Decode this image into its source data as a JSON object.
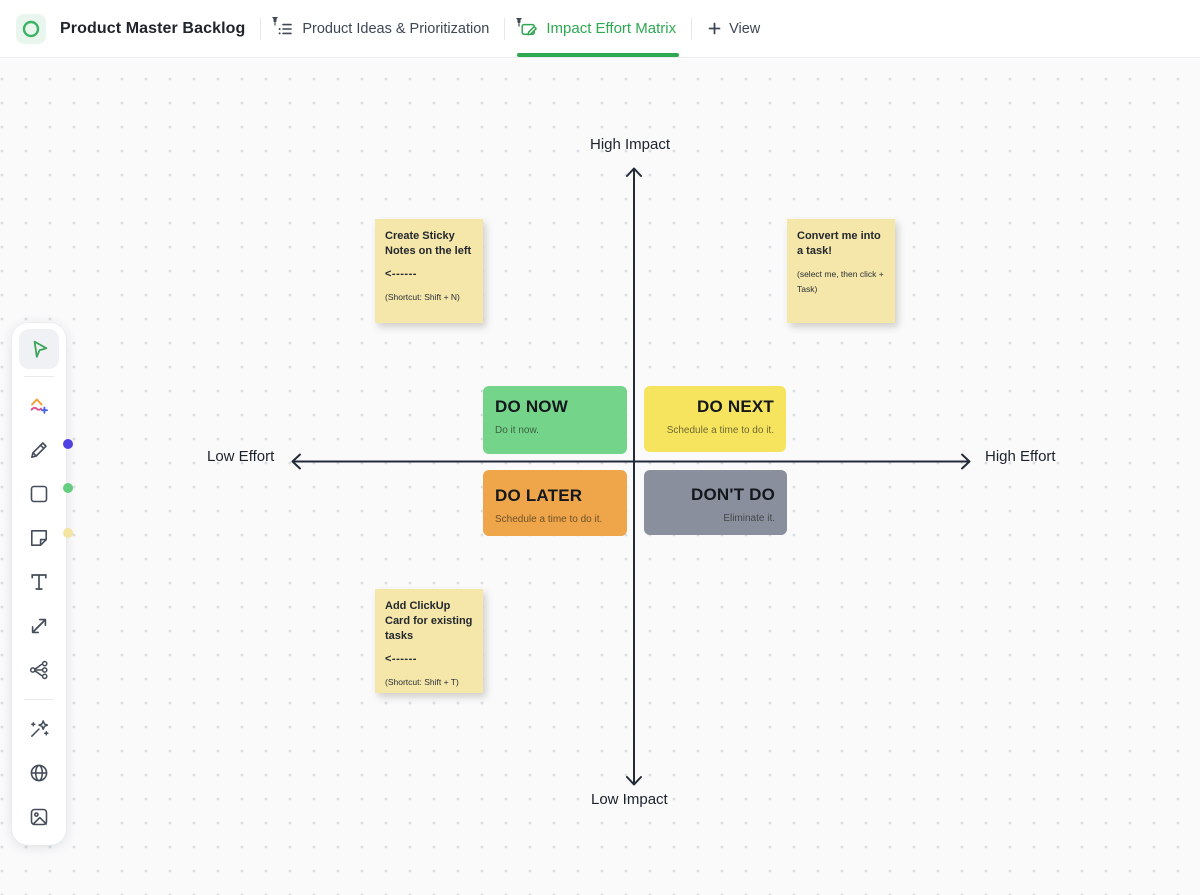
{
  "topbar": {
    "title": "Product Master Backlog",
    "accent_color": "#2FA852",
    "tabs": [
      {
        "label": "Product Ideas & Prioritization",
        "icon": "pinned-list-icon",
        "active": false
      },
      {
        "label": "Impact Effort Matrix",
        "icon": "pinned-whiteboard-icon",
        "active": true
      }
    ],
    "add_view_label": "View"
  },
  "toolbar": {
    "tools": [
      {
        "name": "select",
        "icon": "cursor-icon",
        "active": true
      },
      {
        "name": "shapes-ai",
        "icon": "magic-shapes-icon"
      },
      {
        "name": "marker",
        "icon": "marker-icon",
        "dot_color": "#5042E0"
      },
      {
        "name": "shape",
        "icon": "rectangle-icon",
        "dot_color": "#64CE80"
      },
      {
        "name": "sticky-note",
        "icon": "sticky-note-icon",
        "dot_color": "#F4E3A1"
      },
      {
        "name": "text",
        "icon": "text-icon"
      },
      {
        "name": "connector",
        "icon": "diagonal-arrows-icon"
      },
      {
        "name": "mind-map",
        "icon": "mind-map-icon"
      },
      {
        "name": "magic-templates",
        "icon": "magic-wand-icon"
      },
      {
        "name": "embed",
        "icon": "globe-icon"
      },
      {
        "name": "image",
        "icon": "image-icon"
      }
    ]
  },
  "canvas": {
    "axis_labels": {
      "top": "High Impact",
      "bottom": "Low Impact",
      "left": "Low Effort",
      "right": "High Effort"
    },
    "quadrants": [
      {
        "title": "DO NOW",
        "subtitle": "Do it now.",
        "color": "#74D489"
      },
      {
        "title": "DO NEXT",
        "subtitle": "Schedule a time to do it.",
        "color": "#F6E45F"
      },
      {
        "title": "DO LATER",
        "subtitle": "Schedule a time to do it.",
        "color": "#EFA64B"
      },
      {
        "title": "DON'T DO",
        "subtitle": "Eliminate it.",
        "color": "#8A8F9D"
      }
    ],
    "sticky_notes": [
      {
        "title": "Create Sticky Notes on the left",
        "arrow": "<------",
        "note": "(Shortcut: Shift + N)",
        "color": "#F5E7A9"
      },
      {
        "title": "Convert me into a task!",
        "arrow": "",
        "note": "(select me, then click + Task)",
        "color": "#F5E7A9"
      },
      {
        "title": "Add ClickUp Card for existing tasks",
        "arrow": "<------",
        "note": "(Shortcut: Shift + T)",
        "color": "#F5E7A9"
      }
    ]
  }
}
